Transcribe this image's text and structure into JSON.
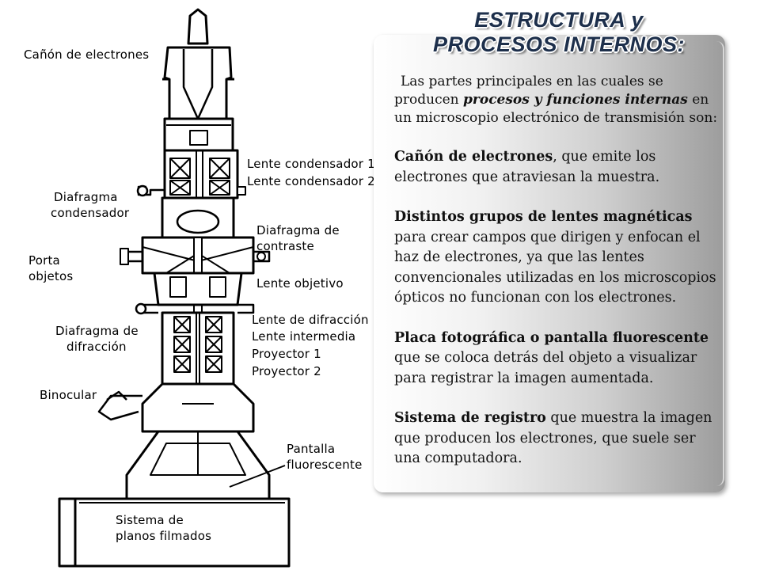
{
  "title": {
    "line1": "ESTRUCTURA y",
    "line2": "PROCESOS INTERNOS:"
  },
  "intro": {
    "part1": "Las partes principales en las cuales se producen ",
    "emphasis": "procesos y funciones internas",
    "part2": " en un microscopio electrónico de transmisión son:"
  },
  "items": [
    {
      "term": "Cañón de electrones",
      "description": ", que emite los electrones que atraviesan la muestra."
    },
    {
      "term": "Distintos grupos de lentes magnéticas",
      "description": " para crear campos que dirigen y enfocan el haz de electrones, ya que las lentes convencionales utilizadas en los microscopios ópticos no funcionan con los electrones."
    },
    {
      "term": "Placa fotográfica o pantalla fluorescente",
      "description": " que se coloca detrás del objeto a visualizar para registrar la imagen aumentada."
    },
    {
      "term": "Sistema de registro",
      "description": " que muestra la imagen que producen los electrones, que suele ser una computadora."
    }
  ],
  "diagram_labels": {
    "canon": "Cañón de electrones",
    "lente_cond_1": "Lente condensador 1",
    "lente_cond_2": "Lente condensador 2",
    "diafragma_cond_1": "Diafragma",
    "diafragma_cond_2": "condensador",
    "diafragma_contraste_1": "Diafragma de",
    "diafragma_contraste_2": "contraste",
    "porta_1": "Porta",
    "porta_2": "objetos",
    "lente_objetivo": "Lente objetivo",
    "lente_difraccion": "Lente de difracción",
    "lente_intermedia": "Lente  intermedia",
    "proyector_1": "Proyector 1",
    "proyector_2": "Proyector 2",
    "diafragma_dif_1": "Diafragma de",
    "diafragma_dif_2": "difracción",
    "binocular": "Binocular",
    "pantalla_1": "Pantalla",
    "pantalla_2": "fluorescente",
    "sistema_1": "Sistema de",
    "sistema_2": "planos filmados"
  },
  "colors": {
    "title": "#1d2f4b",
    "panel_light": "#ffffff",
    "panel_dark": "#9c9c9c",
    "text": "#111111"
  }
}
